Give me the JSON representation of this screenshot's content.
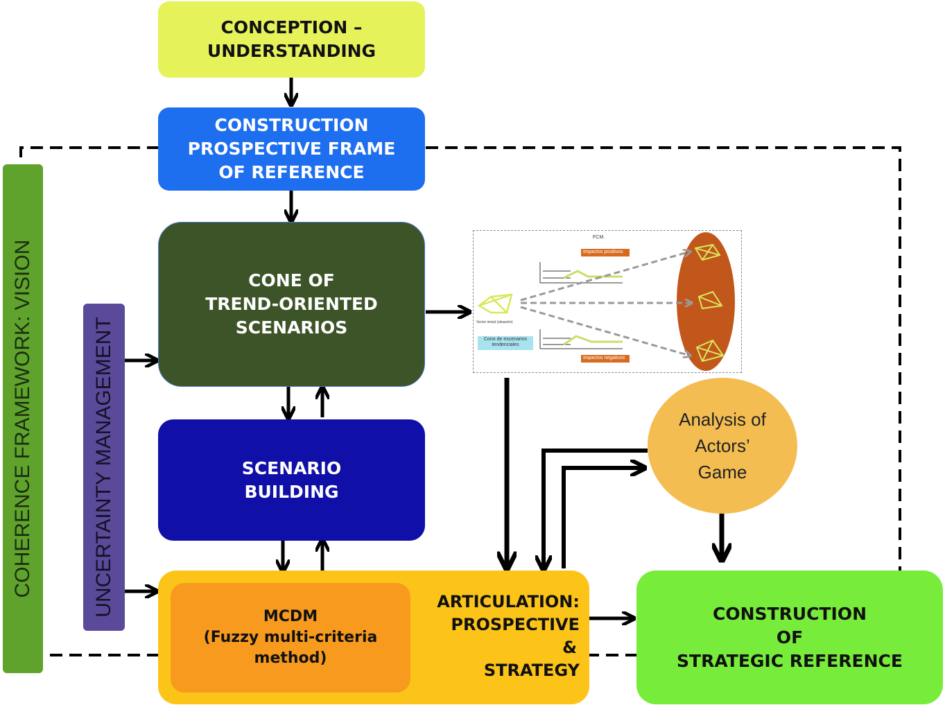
{
  "boxes": {
    "conception": {
      "lines": [
        "CONCEPTION –",
        "UNDERSTANDING"
      ]
    },
    "construction_frame": {
      "lines": [
        "CONSTRUCTION",
        "PROSPECTIVE FRAME",
        "OF REFERENCE"
      ]
    },
    "cone": {
      "lines": [
        "CONE OF",
        "TREND-ORIENTED",
        "SCENARIOS"
      ]
    },
    "scenario_building": {
      "lines": [
        "SCENARIO",
        "BUILDING"
      ]
    },
    "mcdm": {
      "lines": [
        "MCDM",
        "(Fuzzy multi-criteria method)"
      ]
    },
    "articulation": {
      "lines": [
        "ARTICULATION:",
        "PROSPECTIVE",
        "&",
        "STRATEGY"
      ]
    },
    "strategic_reference": {
      "lines": [
        "CONSTRUCTION",
        "OF",
        "STRATEGIC REFERENCE"
      ]
    },
    "actors_game": {
      "lines": [
        "Analysis of",
        "Actors’",
        "Game"
      ]
    }
  },
  "side_bars": {
    "coherence": "COHERENCE FRAMEWORK: VISION",
    "uncertainty": "UNCERTAINTY MANAGEMENT"
  },
  "inset": {
    "title": "FCM.",
    "positive_impacts": "Impactos positivos",
    "negative_impacts": "Impactos negativos",
    "cone_label": "Cono de escenarios tendenciales",
    "fcm_caption": "Vector inicial (situación)"
  },
  "colors": {
    "conception": "#e6f25a",
    "construction_frame": "#1e6ff0",
    "cone": "#3d5428",
    "scenario_building": "#1010a8",
    "articulation": "#fcc419",
    "mcdm": "#f79a1e",
    "strategic_reference": "#77ec3a",
    "actors_game": "#f4bd51",
    "coherence_bar": "#5fa32c",
    "uncertainty_bar": "#5b4a9a",
    "inset_ellipse": "#c2571c"
  }
}
